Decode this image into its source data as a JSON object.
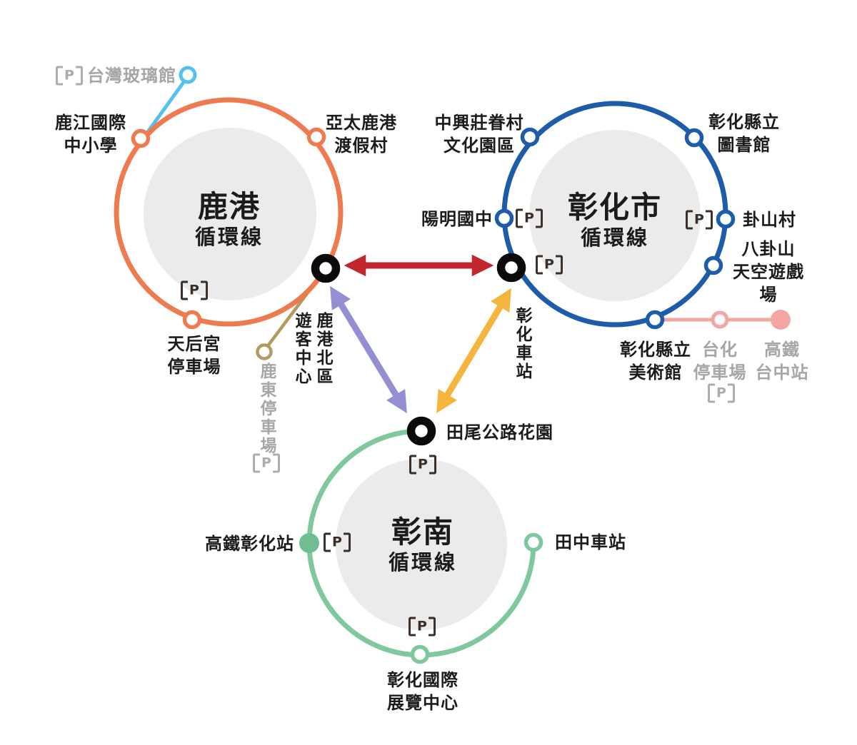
{
  "icons": {
    "parking_letter": "P"
  },
  "colors": {
    "lukang_loop": "#EE7B50",
    "changhua_city_loop": "#1D5CA9",
    "changnan_loop": "#7FC89D",
    "transfer_ring": "#0B0B0B",
    "red_arrow": "#C1272D",
    "purple_arrow": "#938FD2",
    "yellow_arrow": "#F5B43C",
    "glass_museum_line": "#54C2EA",
    "ludong_line": "#B29A60",
    "hsr_taichung_line": "#F2A5A1",
    "muted_gray": "#A6A6A6",
    "loop_inner_fill": "#EBEBEB"
  },
  "loops": [
    {
      "name": "鹿港",
      "subtitle": "循環線"
    },
    {
      "name": "彰化市",
      "subtitle": "循環線"
    },
    {
      "name": "彰南",
      "subtitle": "循環線"
    }
  ],
  "stations": {
    "taiwan_glass_museum": "台灣玻璃館",
    "lujiang_intl_school": "鹿江國際\n中小學",
    "asia_pacific_lukang_resort": "亞太鹿港\n渡假村",
    "tianhou_temple_parking": "天后宮\n停車場",
    "ludong_parking": "鹿東停車場",
    "lukang_north_visitor_center": "鹿港北區\n遊客中心",
    "zhongxing_village_cultural_park": "中興莊眷村\n文化園區",
    "changhua_county_library": "彰化縣立\n圖書館",
    "yangming_junior_high": "陽明國中",
    "guashan_village": "卦山村",
    "bagua_sky_playground": "八卦山\n天空遊戲場",
    "changhua_county_art_museum": "彰化縣立\n美術館",
    "taihua_parking": "台化\n停車場",
    "hsr_taichung_station": "高鐵\n台中站",
    "changhua_train_station": "彰化車站",
    "tianwei_highway_garden": "田尾公路花園",
    "hsr_changhua_station": "高鐵彰化站",
    "tianzhong_train_station": "田中車站",
    "changhua_intl_expo_center": "彰化國際\n展覽中心"
  }
}
